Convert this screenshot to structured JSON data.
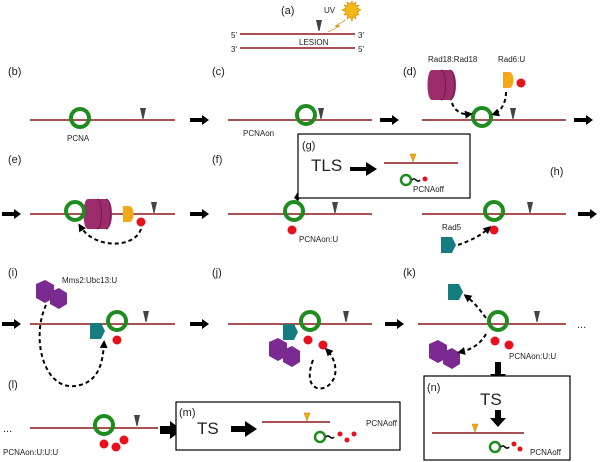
{
  "panels": {
    "a": "(a)",
    "b": "(b)",
    "c": "(c)",
    "d": "(d)",
    "e": "(e)",
    "f": "(f)",
    "g": "(g)",
    "h": "(h)",
    "i": "(i)",
    "j": "(j)",
    "k": "(k)",
    "l": "(l)",
    "m": "(m)",
    "n": "(n)"
  },
  "dna": {
    "five_prime": "5'",
    "three_prime": "3'",
    "lesion": "LESION",
    "uv": "UV"
  },
  "labels": {
    "pcna": "PCNA",
    "pcna_on": "PCNAon",
    "rad18": "Rad18:Rad18",
    "rad6": "Rad6:U",
    "pcna_on_u": "PCNAon:U",
    "tls": "TLS",
    "pcna_off": "PCNAoff",
    "rad5": "Rad5",
    "mms2": "Mms2:Ubc13:U",
    "pcna_on_uu": "PCNAon:U:U",
    "pcna_on_uuu": "PCNAon:U:U:U",
    "ts": "TS",
    "ellipsis": "..."
  },
  "colors": {
    "dna": "#8b1a1a",
    "pcna": "#1e8c1e",
    "ubiquitin": "#e8101c",
    "rad18": "#9c2c6c",
    "rad6": "#f4a818",
    "rad5": "#157c80",
    "mms2": "#7a2a90",
    "lesion": "#444444",
    "sun": "#f4b818"
  }
}
